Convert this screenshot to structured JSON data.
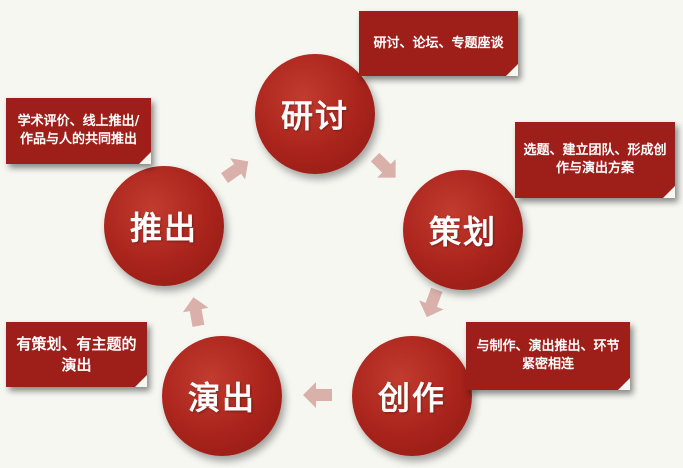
{
  "colors": {
    "circle": "#a8231b",
    "note": "#9e1f1a",
    "arrow": "#d9b0aa",
    "background": "#f7f7f2"
  },
  "nodes": {
    "yantao": "研讨",
    "cehua": "策划",
    "chuangzuo": "创作",
    "yanchu": "演出",
    "tuichu": "推出"
  },
  "notes": {
    "yantao": "研讨、论坛、专题座谈",
    "cehua": "选题、建立团队、形成创作与演出方案",
    "chuangzuo": "与制作、演出推出、环节紧密相连",
    "yanchu": "有策划、有主题的演出",
    "tuichu": "学术评价、线上推出/作品与人的共同推出"
  }
}
